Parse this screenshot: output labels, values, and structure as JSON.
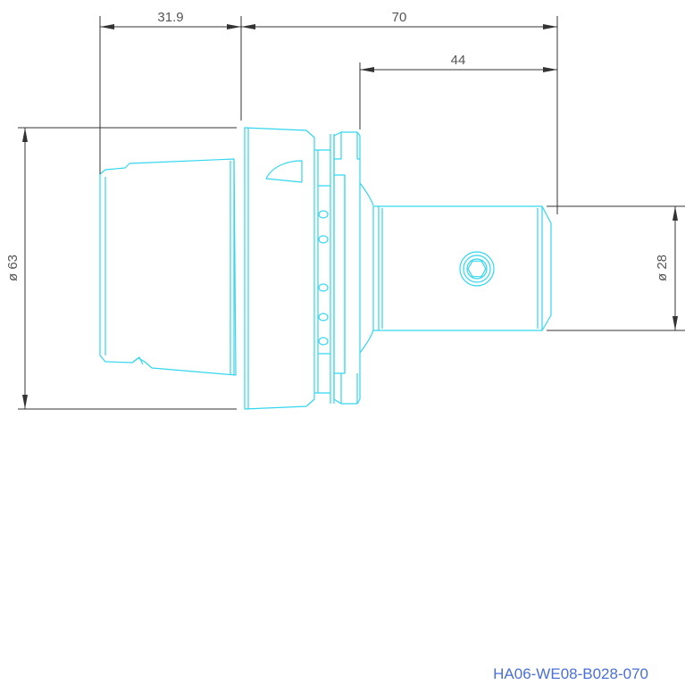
{
  "drawing": {
    "part_number": "HA06-WE08-B028-070",
    "colors": {
      "part_outline": "#33d6ee",
      "dimension_lines": "#333333",
      "dimension_text": "#555555",
      "part_number_text": "#4a6fd8"
    },
    "dimensions": {
      "flange_length": "31.9",
      "overall_length": "70",
      "shank_length": "44",
      "flange_diameter": "ø 63",
      "shank_diameter": "ø 28"
    }
  }
}
